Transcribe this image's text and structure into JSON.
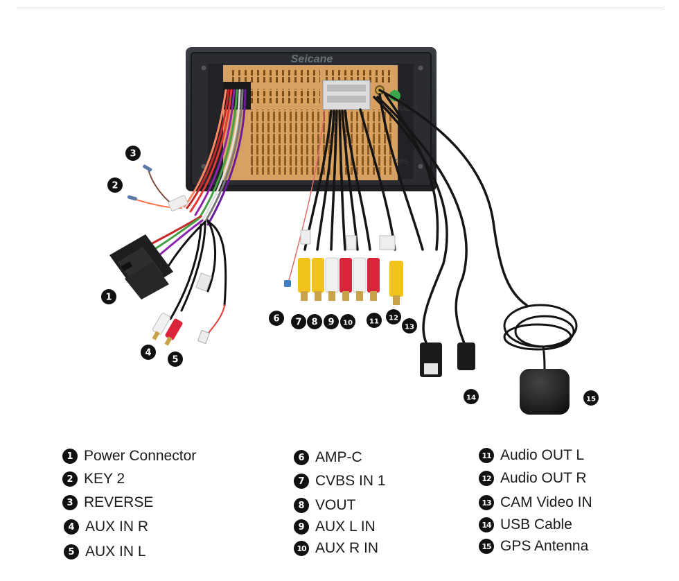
{
  "brand": "Seicane",
  "unit_labels": {
    "radio": "RADIO",
    "gps": "GPS"
  },
  "callouts": [
    "1",
    "2",
    "3",
    "4",
    "5",
    "6",
    "7",
    "8",
    "9",
    "10",
    "11",
    "12",
    "13",
    "14",
    "15"
  ],
  "legend": [
    {
      "number": "1",
      "label": "Power Connector"
    },
    {
      "number": "2",
      "label": "KEY 2"
    },
    {
      "number": "3",
      "label": "REVERSE"
    },
    {
      "number": "4",
      "label": "AUX IN R"
    },
    {
      "number": "5",
      "label": "AUX IN L"
    },
    {
      "number": "6",
      "label": "AMP-C"
    },
    {
      "number": "7",
      "label": "CVBS IN 1"
    },
    {
      "number": "8",
      "label": "VOUT"
    },
    {
      "number": "9",
      "label": "AUX L IN"
    },
    {
      "number": "10",
      "label": "AUX R IN"
    },
    {
      "number": "11",
      "label": "Audio OUT L"
    },
    {
      "number": "12",
      "label": "Audio OUT R"
    },
    {
      "number": "13",
      "label": "CAM Video IN"
    },
    {
      "number": "14",
      "label": "USB Cable"
    },
    {
      "number": "15",
      "label": "GPS Antenna"
    }
  ],
  "colors": {
    "rca_yellow": "#f2c41b",
    "rca_red": "#d9243a",
    "rca_white": "#f1f1f1",
    "heatsink": "#d8a060",
    "unit_frame": "#2b2e33",
    "badge": "#111111"
  }
}
